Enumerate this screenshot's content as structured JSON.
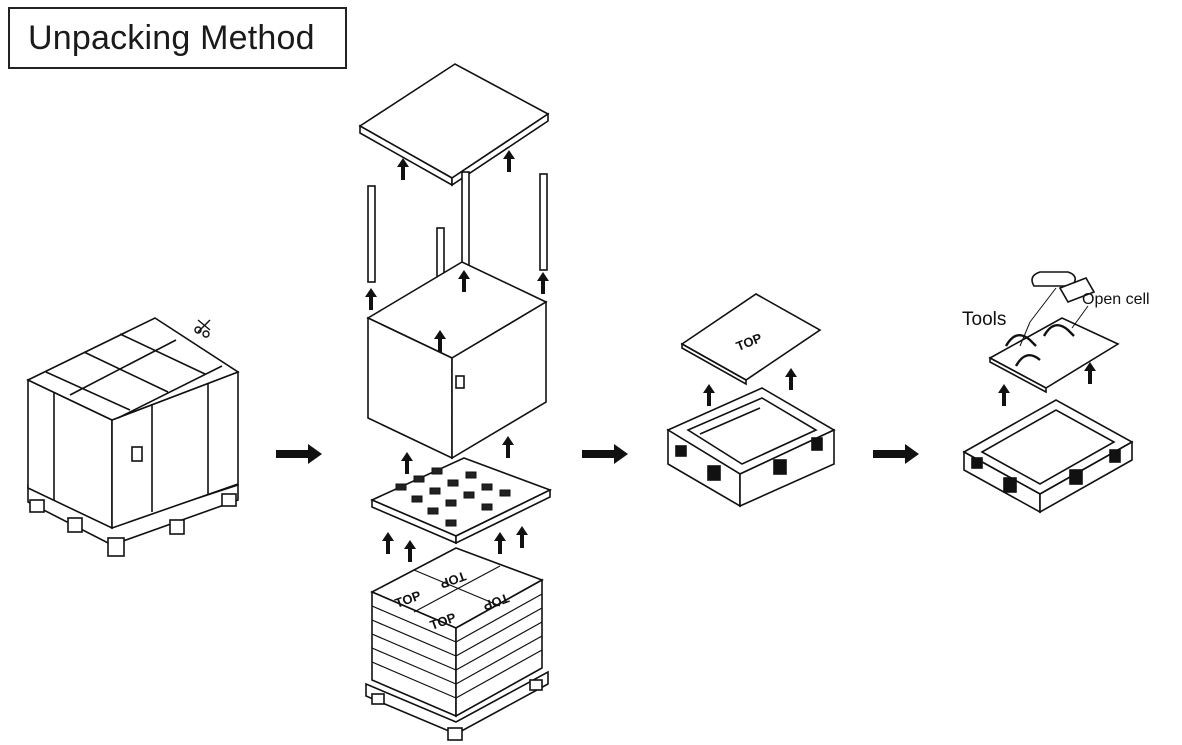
{
  "title": "Unpacking Method",
  "labels": {
    "tools": "Tools",
    "open_cell": "Open cell",
    "top": "TOP"
  }
}
